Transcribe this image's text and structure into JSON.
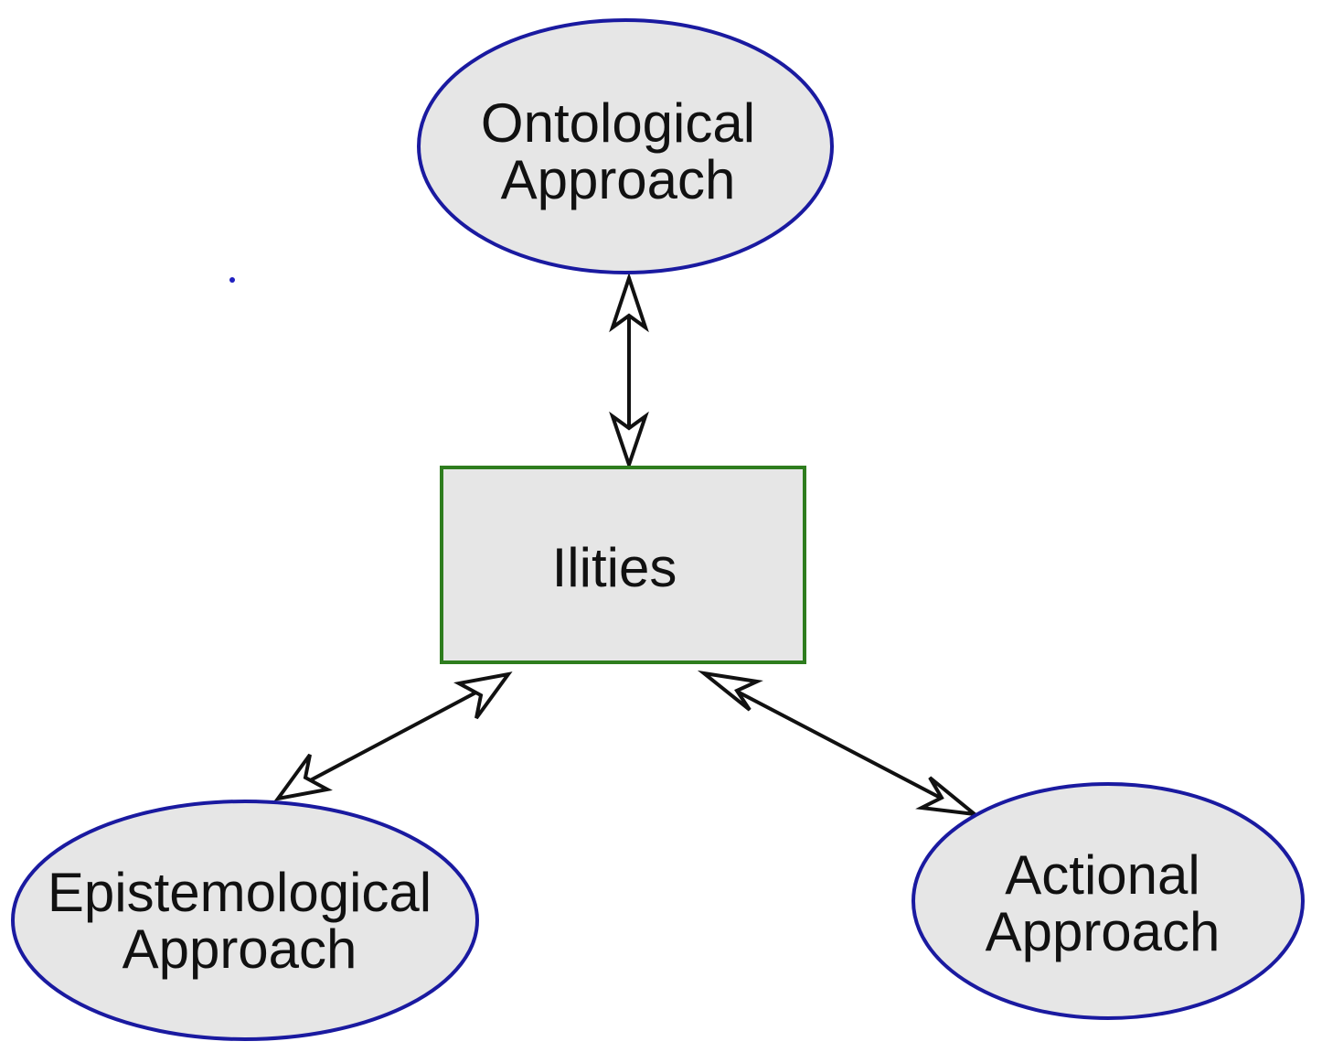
{
  "diagram": {
    "center_node": {
      "label": "Ilities",
      "shape": "rectangle",
      "border_color": "#2e7d1e"
    },
    "outer_nodes": [
      {
        "id": "ontological",
        "label_lines": [
          "Ontological",
          "Approach"
        ],
        "shape": "ellipse"
      },
      {
        "id": "epistemological",
        "label_lines": [
          "Epistemological",
          "Approach"
        ],
        "shape": "ellipse"
      },
      {
        "id": "actional",
        "label_lines": [
          "Actional",
          "Approach"
        ],
        "shape": "ellipse"
      }
    ],
    "edges": [
      {
        "from": "ontological",
        "to": "ilities",
        "direction": "bidirectional"
      },
      {
        "from": "epistemological",
        "to": "ilities",
        "direction": "bidirectional"
      },
      {
        "from": "actional",
        "to": "ilities",
        "direction": "bidirectional"
      }
    ],
    "colors": {
      "node_fill": "#e6e6e6",
      "ellipse_border": "#1a1aa0",
      "edge": "#111111"
    }
  }
}
